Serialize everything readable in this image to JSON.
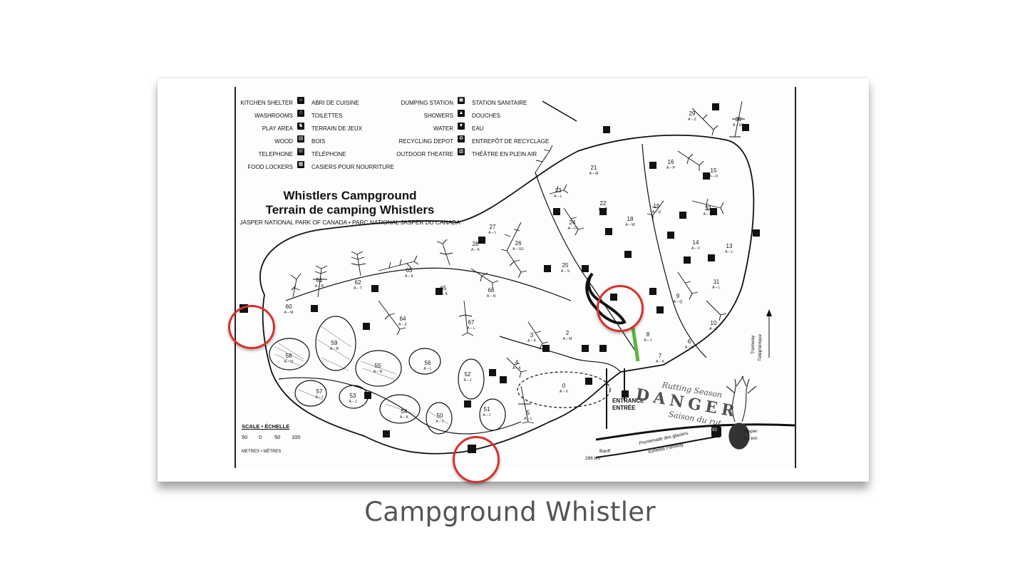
{
  "legend": {
    "left": [
      {
        "en": "KITCHEN SHELTER",
        "fr": "ABRI DE CUISINE",
        "icon": "shelter-icon",
        "glyph": "⌂"
      },
      {
        "en": "WASHROOMS",
        "fr": "TOILETTES",
        "icon": "washroom-icon",
        "glyph": "☃"
      },
      {
        "en": "PLAY AREA",
        "fr": "TERRAIN DE JEUX",
        "icon": "play-area-icon",
        "glyph": "♞"
      },
      {
        "en": "WOOD",
        "fr": "BOIS",
        "icon": "wood-icon",
        "glyph": "▤"
      },
      {
        "en": "TELEPHONE",
        "fr": "TÉLÉPHONE",
        "icon": "telephone-icon",
        "glyph": "☏"
      },
      {
        "en": "FOOD LOCKERS",
        "fr": "CASIERS POUR NOURRITURE",
        "icon": "food-locker-icon",
        "glyph": "▦"
      }
    ],
    "right": [
      {
        "en": "DUMPING STATION",
        "fr": "STATION SANITAIRE",
        "icon": "dumping-station-icon",
        "glyph": "▣"
      },
      {
        "en": "SHOWERS",
        "fr": "DOUCHES",
        "icon": "shower-icon",
        "glyph": "▲"
      },
      {
        "en": "WATER",
        "fr": "EAU",
        "icon": "water-icon",
        "glyph": "▼"
      },
      {
        "en": "RECYCLING DEPOT",
        "fr": "ENTREPÔT DE RECYCLAGE",
        "icon": "recycling-icon",
        "glyph": "♻"
      },
      {
        "en": "OUTDOOR THEATRE",
        "fr": "THÉÂTRE EN PLEIN AIR",
        "icon": "theatre-icon",
        "glyph": "▥"
      }
    ]
  },
  "title": {
    "en": "Whistlers Campground",
    "fr": "Terrain de camping Whistlers",
    "subtitle": "JASPER NATIONAL PARK OF CANADA • PARC NATIONAL JASPER DU CANADA"
  },
  "scale": {
    "label": "SCALE • ÉCHELLE",
    "ticks": [
      "50",
      "0",
      "50",
      "100"
    ],
    "units": "METRES • MÈTRES"
  },
  "sites": [
    {
      "num": "29",
      "range": "A – Z"
    },
    {
      "num": "30",
      "range": "A – UU"
    },
    {
      "num": "16",
      "range": "A – P"
    },
    {
      "num": "15",
      "range": "A – O"
    },
    {
      "num": "21",
      "range": "A – M"
    },
    {
      "num": "23",
      "range": "A – L"
    },
    {
      "num": "22",
      "range": "A – R"
    },
    {
      "num": "19",
      "range": "A – Q"
    },
    {
      "num": "12",
      "range": "A – Q"
    },
    {
      "num": "18",
      "range": "A – W"
    },
    {
      "num": "24",
      "range": "A – O"
    },
    {
      "num": "27",
      "range": "A – L"
    },
    {
      "num": "26",
      "range": "A – UU"
    },
    {
      "num": "28",
      "range": "A – K"
    },
    {
      "num": "14",
      "range": "A – V"
    },
    {
      "num": "13",
      "range": "A – L"
    },
    {
      "num": "25",
      "range": "A – S"
    },
    {
      "num": "11",
      "range": "A – L"
    },
    {
      "num": "63",
      "range": "A – K"
    },
    {
      "num": "61",
      "range": "A – R"
    },
    {
      "num": "62",
      "range": "A – T"
    },
    {
      "num": "65",
      "range": "A – K"
    },
    {
      "num": "66",
      "range": "A – N"
    },
    {
      "num": "9",
      "range": "A – Q"
    },
    {
      "num": "60",
      "range": "A – M"
    },
    {
      "num": "64",
      "range": "A – Z"
    },
    {
      "num": "67",
      "range": "A – L"
    },
    {
      "num": "10",
      "range": "A – L"
    },
    {
      "num": "3",
      "range": "A – P"
    },
    {
      "num": "2",
      "range": "A – M"
    },
    {
      "num": "8",
      "range": "A – J"
    },
    {
      "num": "6",
      "range": "A – H"
    },
    {
      "num": "58",
      "range": "A – O"
    },
    {
      "num": "59",
      "range": "A – R"
    },
    {
      "num": "7",
      "range": "A – K"
    },
    {
      "num": "55",
      "range": "A – N"
    },
    {
      "num": "56",
      "range": "A – L"
    },
    {
      "num": "4",
      "range": "A – K"
    },
    {
      "num": "52",
      "range": "A – J"
    },
    {
      "num": "0",
      "range": "A – X"
    },
    {
      "num": "57",
      "range": "A – J"
    },
    {
      "num": "53",
      "range": "A – J"
    },
    {
      "num": "54",
      "range": "A – K"
    },
    {
      "num": "50",
      "range": "A – J"
    },
    {
      "num": "51",
      "range": "A – J"
    },
    {
      "num": "5",
      "range": "A – L"
    }
  ],
  "entrance": {
    "en": "ENTRANCE",
    "fr": "ENTRÉE"
  },
  "danger": {
    "top": "Rutting Season",
    "main": "DANGER",
    "bottom": "Saison du rut"
  },
  "roads": {
    "parkway_fr": "Promenade des glaciers",
    "parkway_en": "Icefields Parkway",
    "banff": "Banff",
    "banff_dist": "286 km",
    "jasper": "Jasper",
    "jasper_dist": "2.4 km",
    "highway": "93",
    "tramway": "Tramway",
    "tramway_fr": "Téléphérique"
  },
  "caption": "Campground Whistler",
  "colors": {
    "highlight": "#d9302a",
    "route": "#5bb53d",
    "ink": "#111111"
  }
}
